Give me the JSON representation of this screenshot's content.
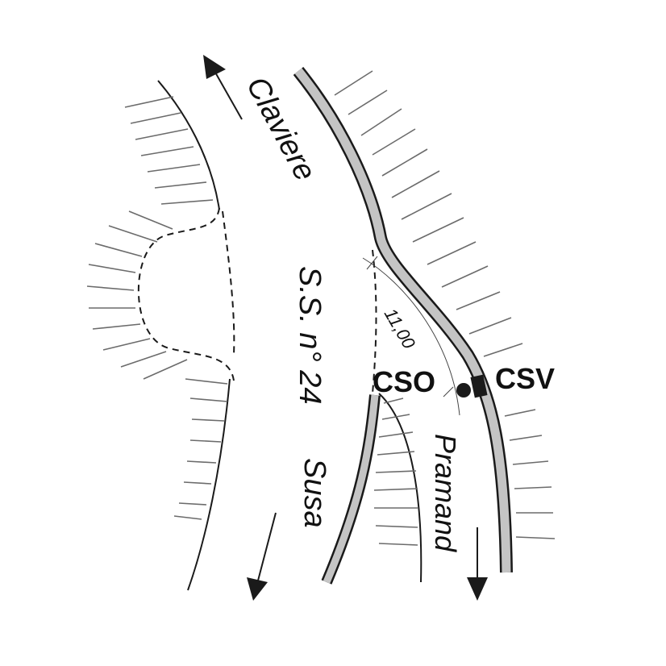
{
  "labels": {
    "claviere": "Claviere",
    "road_name": "S.S. n° 24",
    "susa": "Susa",
    "pramand": "Pramand",
    "cso": "CSO",
    "csv": "CSV",
    "width_value": "11,00"
  },
  "colors": {
    "line": "#1a1a1a",
    "kerb_fill": "#c4c4c4",
    "hatch": "#6b6b6b",
    "background": "#ffffff"
  },
  "icons": {
    "arrow_claviere": "arrow-up-left-icon",
    "arrow_susa": "arrow-down-left-icon",
    "arrow_pramand": "arrow-down-icon",
    "cso_marker": "filled-circle-icon",
    "csv_marker": "filled-square-icon"
  }
}
